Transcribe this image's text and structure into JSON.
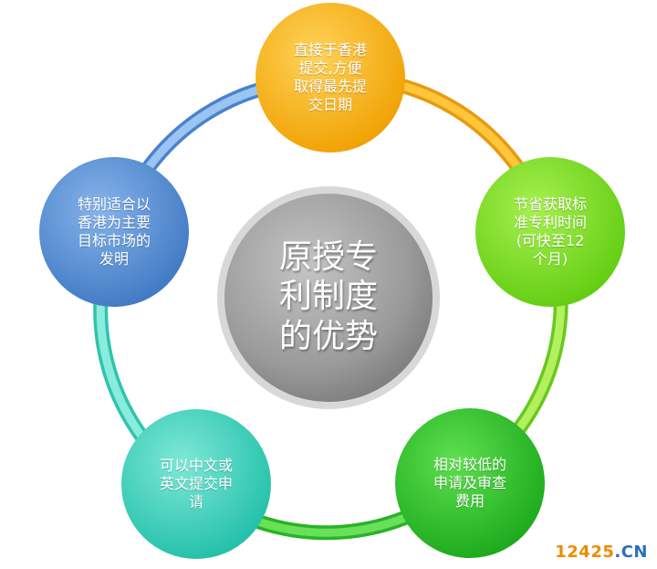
{
  "center": {
    "text": "原授专\n利制度\n的优势",
    "color": "#9e9e9e"
  },
  "nodes": [
    {
      "id": "top",
      "text": "直接于香港\n提交,方便\n取得最先提\n交日期",
      "color": "#fbb316"
    },
    {
      "id": "right",
      "text": "节省获取标\n准专利时间\n(可快至12\n个月)",
      "color": "#7ee22a"
    },
    {
      "id": "bottom-right",
      "text": "相对较低的\n申请及审查\n费用",
      "color": "#2fcb2a"
    },
    {
      "id": "bottom-left",
      "text": "可以中文或\n英文提交申\n请",
      "color": "#3ed6c0"
    },
    {
      "id": "left",
      "text": "特别适合以\n香港为主要\n目标市场的\n发明",
      "color": "#5b93d6"
    }
  ],
  "watermark": {
    "number": "12425",
    "dot": ".",
    "suffix": "CN"
  }
}
